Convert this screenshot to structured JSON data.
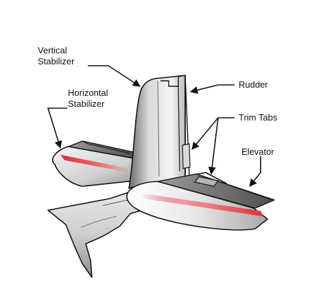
{
  "labels": {
    "vertical_stabilizer": [
      "Vertical",
      "Stabilizer"
    ],
    "horizontal_stabilizer": [
      "Horizontal",
      "Stabilizer"
    ],
    "rudder": "Rudder",
    "trim_tabs": "Trim Tabs",
    "elevator": "Elevator"
  },
  "colors": {
    "outline": "#111111",
    "surface_light": "#f4f4f4",
    "surface_mid": "#c8c8c8",
    "surface_dark": "#7a7a7a",
    "accent_red": "#e0303a"
  }
}
